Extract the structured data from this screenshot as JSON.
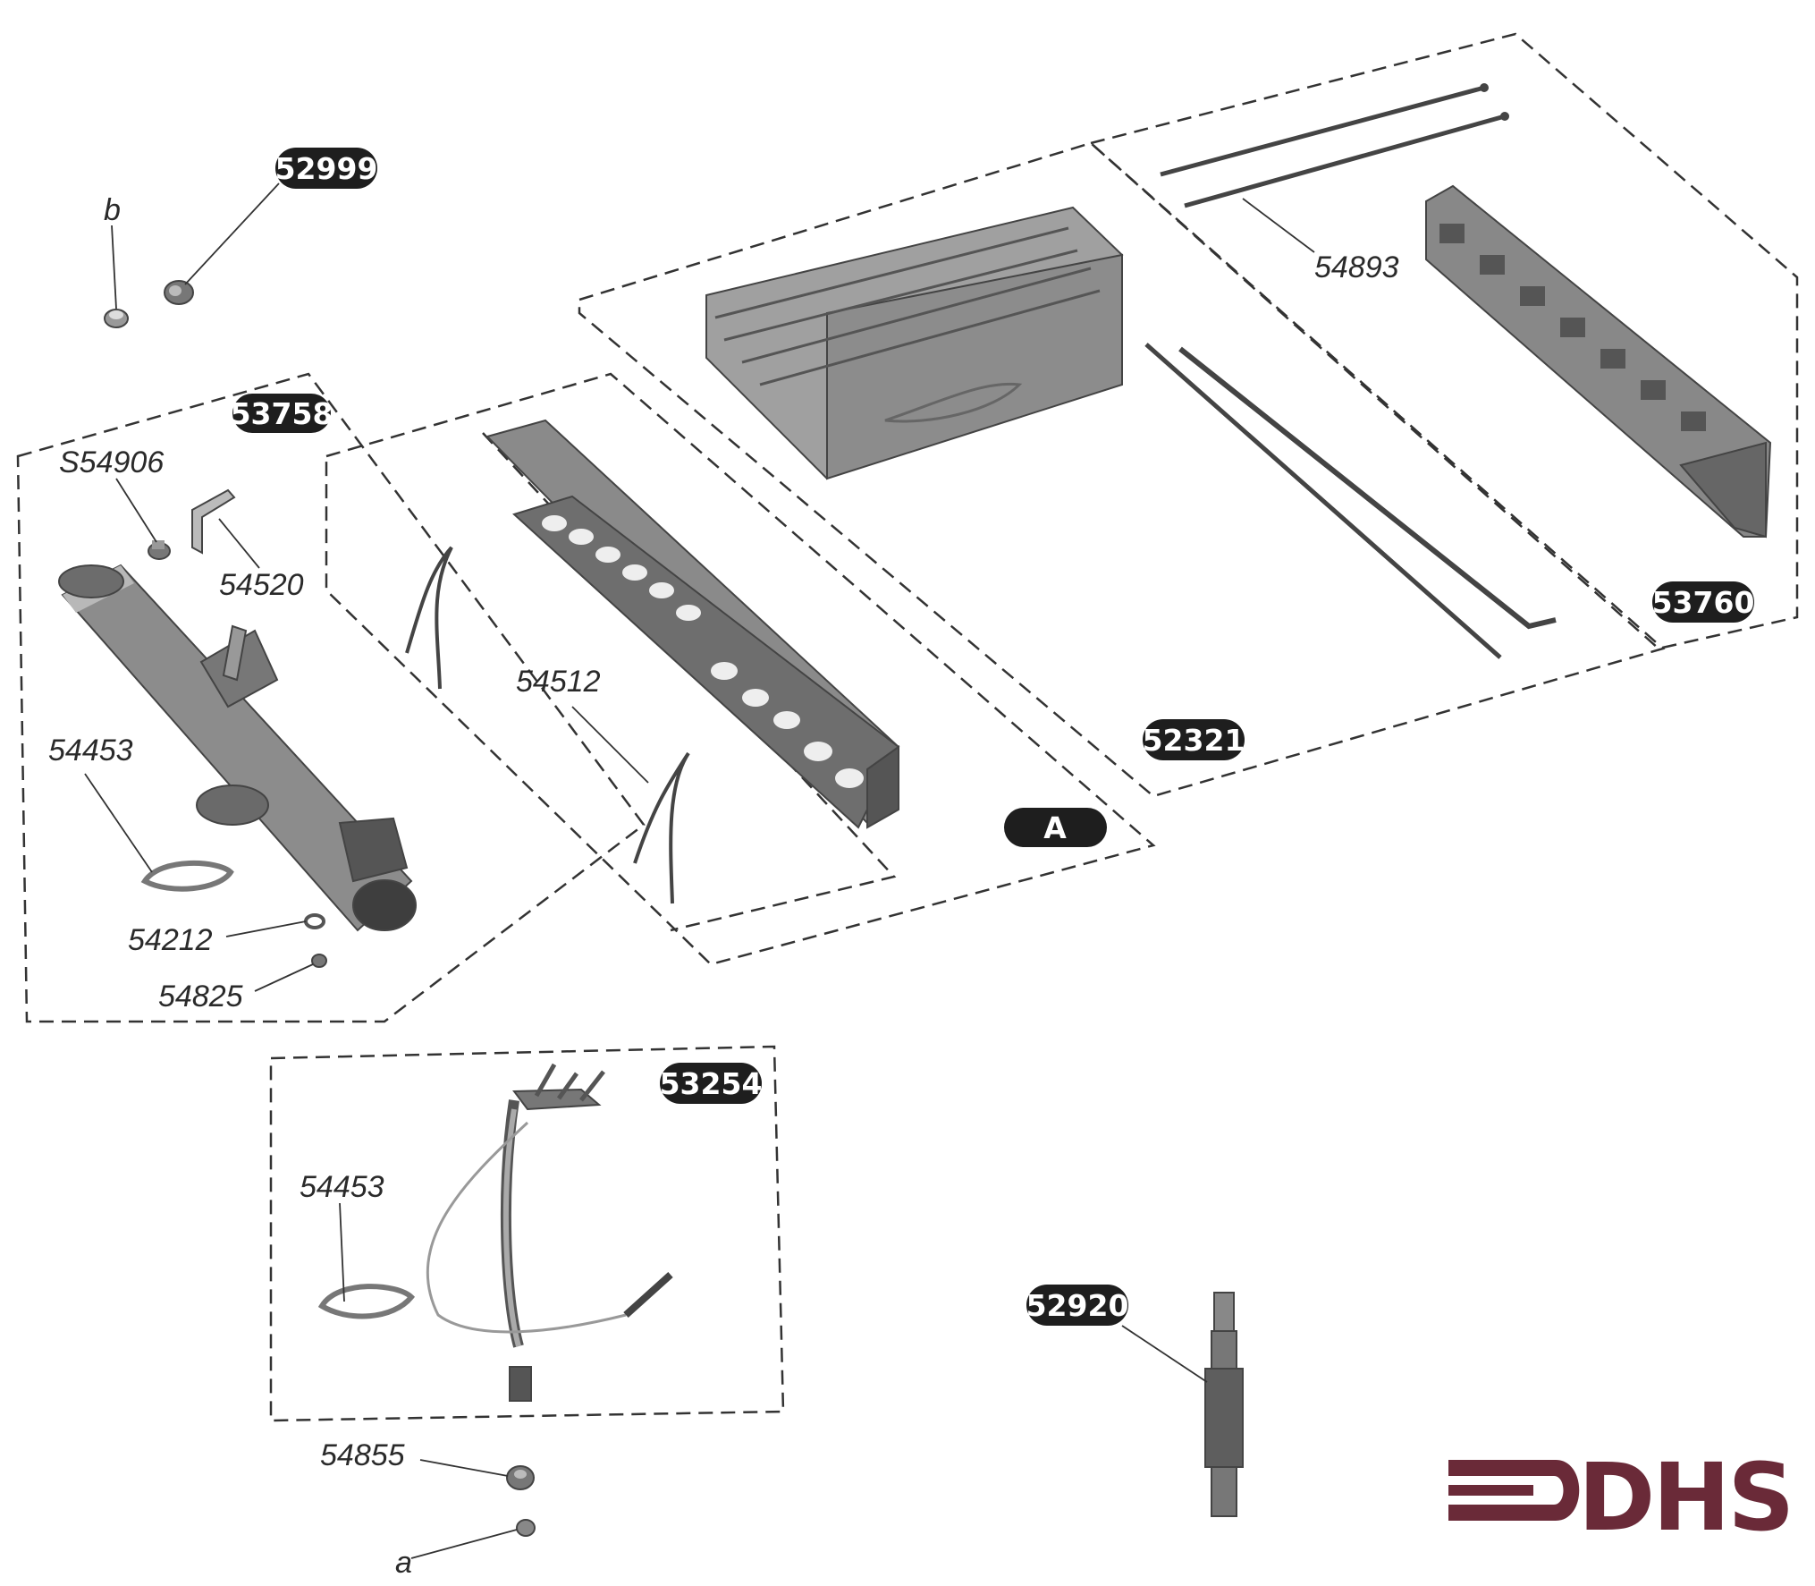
{
  "part_numbers": {
    "p52999": "52999",
    "p53758": "53758",
    "p53760": "53760",
    "p52321": "52321",
    "pA": "A",
    "p53254": "53254",
    "p52920": "52920"
  },
  "labels": {
    "b": "b",
    "s54906": "S54906",
    "l54520": "54520",
    "l54453_top": "54453",
    "l54212": "54212",
    "l54825": "54825",
    "l54512": "54512",
    "l54893": "54893",
    "l54453_bottom": "54453",
    "l54855": "54855",
    "a": "a"
  },
  "logo": {
    "text": "DHS",
    "color": "#6a2a38"
  },
  "colors": {
    "badge": "#1e1e1e",
    "part_fill": "#9a9a9a",
    "part_dark": "#5a5a5a",
    "line": "#333333"
  }
}
